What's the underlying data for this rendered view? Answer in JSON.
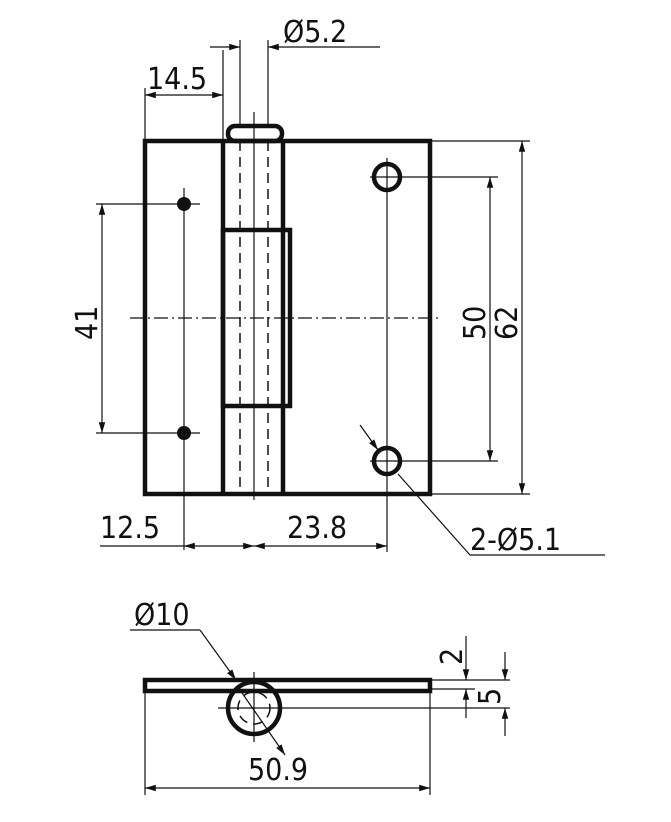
{
  "dimensions": {
    "pin_diameter": "Ø5.2",
    "leaf_to_knuckle": "14.5",
    "small_hole_spacing": "41",
    "large_hole_spacing": "50",
    "leaf_height": "62",
    "small_hole_offset": "12.5",
    "large_hole_offset": "23.8",
    "large_holes": "2-Ø5.1",
    "knuckle_diameter": "Ø10",
    "open_width": "50.9",
    "thickness": "2",
    "knuckle_offset": "5"
  }
}
